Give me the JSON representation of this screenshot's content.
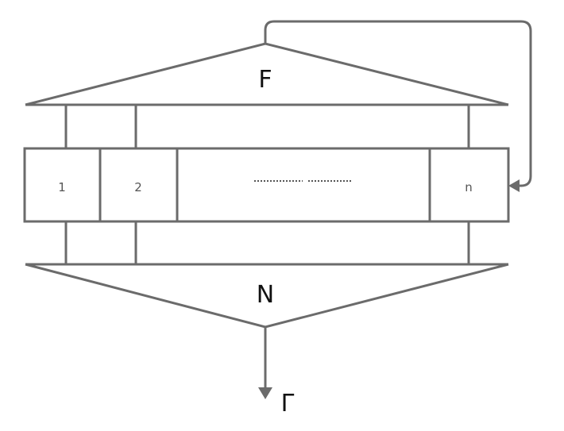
{
  "diagram": {
    "top_label": "F",
    "bottom_label": "N",
    "output_label": "Γ",
    "cells": [
      "1",
      "2",
      "",
      "n"
    ],
    "colors": {
      "stroke": "#6b6b6b",
      "text": "#111111"
    }
  }
}
